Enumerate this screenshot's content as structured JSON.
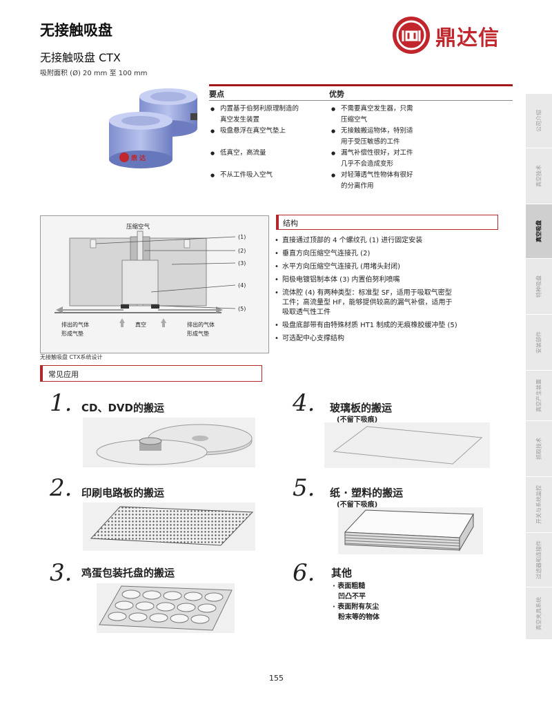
{
  "header": {
    "title": "无接触吸盘",
    "subtitle": "无接触吸盘 CTX",
    "spec": "吸附面积 (Ø) 20 mm 至 100 mm"
  },
  "logo": {
    "text": "鼎达信",
    "brand_color": "#c0262c",
    "product_label": "鼎 达"
  },
  "points": {
    "col1_title": "要点",
    "col2_title": "优势",
    "col1": [
      [
        "内置基于伯努利原理制造的",
        "真空发生装置"
      ],
      [
        "吸盘悬浮在真空气垫上"
      ],
      [
        "低真空，高流量"
      ],
      [
        "不从工件吸入空气"
      ]
    ],
    "col2": [
      [
        "不需要真空发生器，只需",
        "压缩空气"
      ],
      [
        "无接触搬运物体，特别适",
        "用于受压敏感的工件"
      ],
      [
        "漏气补偿性很好，对工件",
        "几乎不会造成变形"
      ],
      [
        "对轻薄透气性物体有很好",
        "的分离作用"
      ]
    ]
  },
  "diagram": {
    "compressed_air": "压缩空气",
    "callouts": [
      "(1)",
      "(2)",
      "(3)",
      "(4)",
      "(5)"
    ],
    "left_label": [
      "排出的气体",
      "形成气垫"
    ],
    "center_label": "真空",
    "right_label": [
      "排出的气体",
      "形成气垫"
    ],
    "caption": "无接触吸盘 CTX系统设计"
  },
  "structure": {
    "title": "结构",
    "items": [
      [
        "直接通过顶部的 4 个螺纹孔 (1) 进行固定安装"
      ],
      [
        "垂直方向压缩空气连接孔 (2)"
      ],
      [
        "水平方向压缩空气连接孔 (用堵头封闭)"
      ],
      [
        "阳极电镀铝制本体 (3) 内置伯努利喷嘴"
      ],
      [
        "流体腔 (4) 有两种类型：标准型 SF，适用于吸取气密型",
        "工件；高流量型 HF，能够提供较高的漏气补偿，适用于",
        "吸取透气性工件"
      ],
      [
        "吸盘底部带有由特殊材质 HT1 制成的无痕橡胶缓冲垫 (5)"
      ],
      [
        "可选配中心支撑结构"
      ]
    ]
  },
  "applications": {
    "title": "常见应用",
    "items": [
      {
        "num": "1.",
        "title": "CD、DVD的搬运",
        "sub": ""
      },
      {
        "num": "4.",
        "title": "玻璃板的搬运",
        "sub": "(不留下吸痕)"
      },
      {
        "num": "2.",
        "title": "印刷电路板的搬运",
        "sub": ""
      },
      {
        "num": "5.",
        "title": "纸 · 塑料的搬运",
        "sub": "(不留下吸痕)"
      },
      {
        "num": "3.",
        "title": "鸡蛋包装托盘的搬运",
        "sub": ""
      },
      {
        "num": "6.",
        "title": "其他",
        "sub": ""
      }
    ],
    "other_lines": [
      "· 表面粗糙",
      "凹凸不平",
      "· 表面附有灰尘",
      "粉末等的物体"
    ]
  },
  "sidebar": {
    "tabs": [
      "公司介绍",
      "真空技术",
      "真空吸盘",
      "特种吸盘",
      "安装部件",
      "真空产生装置",
      "抓取技术",
      "开关与系统监控",
      "过滤器和连接件",
      "真空夹具系统"
    ],
    "active_index": 2
  },
  "page_number": "155"
}
